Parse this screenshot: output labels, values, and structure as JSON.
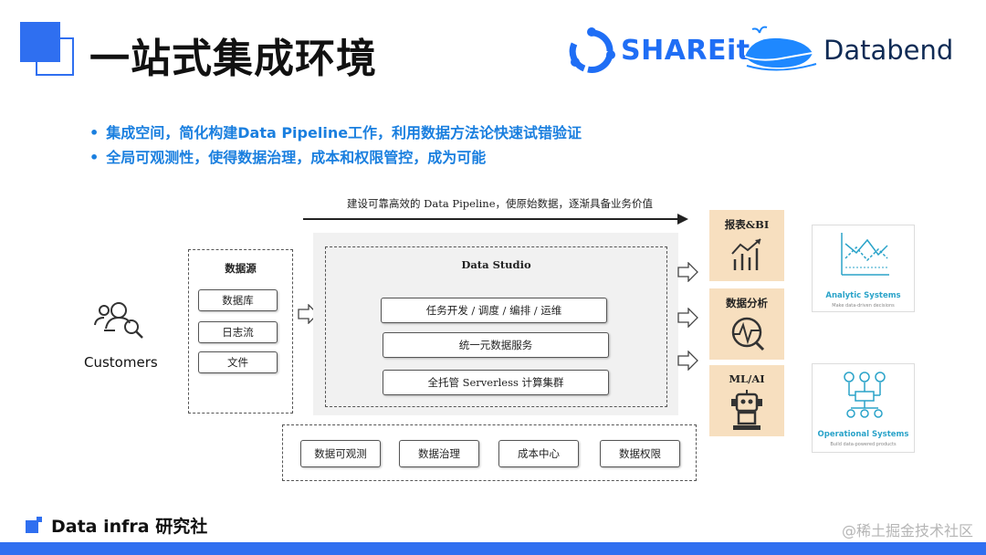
{
  "title": "一站式集成环境",
  "logos": {
    "shareit": "SHAREit",
    "databend": "Databend"
  },
  "bullets": [
    "集成空间，简化构建Data Pipeline工作，利用数据方法论快速试错验证",
    "全局可观测性，使得数据治理，成本和权限管控，成为可能"
  ],
  "diagram": {
    "arrow_caption": "建设可靠高效的 Data Pipeline，使原始数据，逐渐具备业务价值",
    "customers_label": "Customers",
    "datasource": {
      "title": "数据源",
      "items": [
        "数据库",
        "日志流",
        "文件"
      ]
    },
    "studio": {
      "title": "Data Studio",
      "items": [
        "任务开发 / 调度 / 编排 / 运维",
        "统一元数据服务",
        "全托管 Serverless 计算集群"
      ]
    },
    "bottom_items": [
      "数据可观测",
      "数据治理",
      "成本中心",
      "数据权限"
    ],
    "outputs": [
      "报表&BI",
      "数据分析",
      "ML/AI"
    ],
    "systems": [
      {
        "title": "Analytic Systems",
        "subtitle": "Make data-driven decisions"
      },
      {
        "title": "Operational Systems",
        "subtitle": "Build data-powered products"
      }
    ]
  },
  "footer": "Data infra 研究社",
  "watermark": "@稀土掘金技术社区",
  "colors": {
    "accent_blue": "#2f6ff0",
    "bullet_blue": "#1a7fdf",
    "output_card": "#f7dfbf",
    "system_teal": "#2aa3c9"
  }
}
